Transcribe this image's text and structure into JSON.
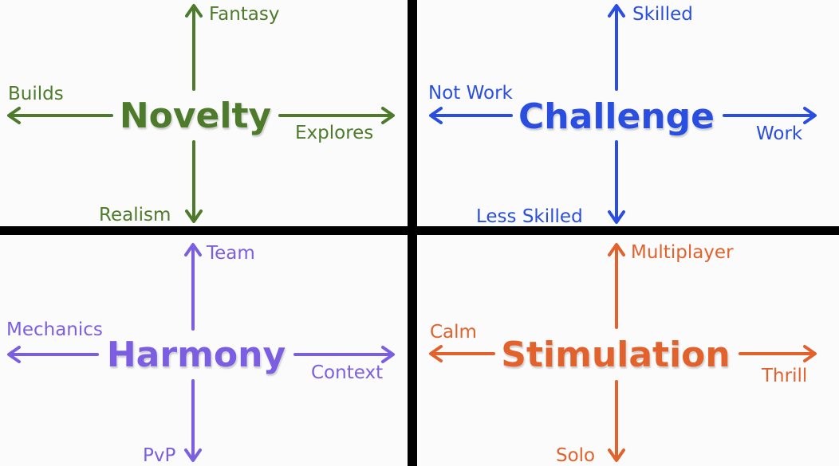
{
  "colors": {
    "novelty": "#4d7a2b",
    "challenge": "#2a4fe0",
    "harmony": "#7c5fe0",
    "stimulation": "#e2622e"
  },
  "quadrants": {
    "novelty": {
      "title": "Novelty",
      "up": "Fantasy",
      "down": "Realism",
      "left": "Builds",
      "right": "Explores"
    },
    "challenge": {
      "title": "Challenge",
      "up": "Skilled",
      "down": "Less Skilled",
      "left": "Not Work",
      "right": "Work"
    },
    "harmony": {
      "title": "Harmony",
      "up": "Team",
      "down": "PvP",
      "left": "Mechanics",
      "right": "Context"
    },
    "stimulation": {
      "title": "Stimulation",
      "up": "Multiplayer",
      "down": "Solo",
      "left": "Calm",
      "right": "Thrill"
    }
  }
}
